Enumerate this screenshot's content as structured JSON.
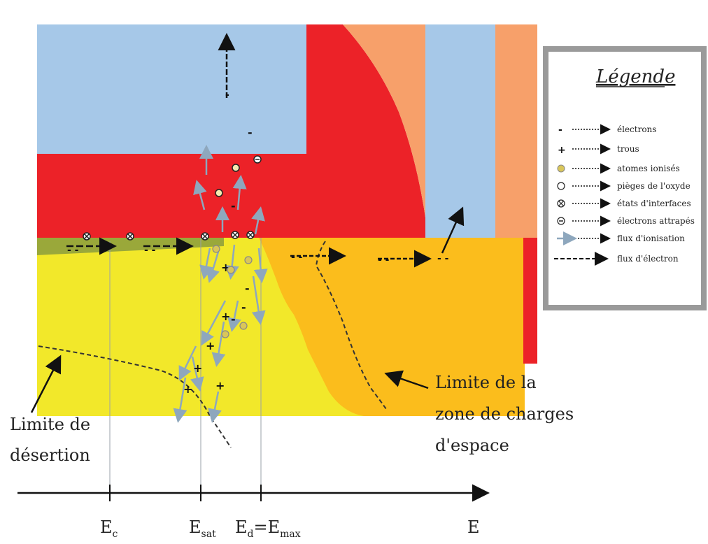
{
  "legend": {
    "title": "Légende",
    "items": [
      {
        "symbol": "minus",
        "label": "électrons"
      },
      {
        "symbol": "plus",
        "label": "trous"
      },
      {
        "symbol": "yellow-circle",
        "label": "atomes ionisés"
      },
      {
        "symbol": "open-circle",
        "label": "pièges de l'oxyde"
      },
      {
        "symbol": "cross-circle",
        "label": "états d'interfaces"
      },
      {
        "symbol": "minus-circle",
        "label": "électrons attrapés"
      },
      {
        "symbol": "gray-arrow",
        "label": "flux d'ionisation"
      },
      {
        "symbol": "black-arrow",
        "label": "flux d'électron"
      }
    ]
  },
  "annotations": {
    "depletion_1": "Limite de",
    "depletion_2": "désertion",
    "space_charge_1": "Limite de la",
    "space_charge_2": "zone de charges",
    "space_charge_3": "d'espace"
  },
  "axis": {
    "label": "E",
    "ticks": [
      {
        "main": "E",
        "sub": "c"
      },
      {
        "main": "E",
        "sub": "sat"
      },
      {
        "main": "E",
        "sub": "d",
        "tail_main": "=E",
        "tail_sub": "max"
      }
    ]
  },
  "colors": {
    "oxide_blue": "#a6c8e8",
    "gate_red": "#ec2228",
    "salmon": "#f7a06a",
    "silicon_yellow": "#f2e82a",
    "depletion_orange": "#fbbd1c",
    "olive": "#9aa83a"
  }
}
